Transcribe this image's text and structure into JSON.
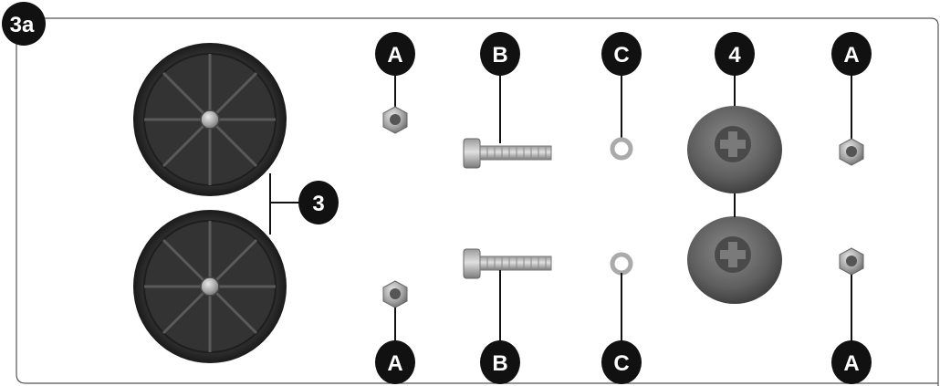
{
  "figure": {
    "panel_label": "3a"
  },
  "callouts": {
    "wheels": "3",
    "hubcaps": "4",
    "nut_top_left": "A",
    "bolt_top": "B",
    "washer_top": "C",
    "nut_top_right": "A",
    "nut_bottom_left": "A",
    "bolt_bottom": "B",
    "washer_bottom": "C",
    "nut_bottom_right": "A"
  }
}
